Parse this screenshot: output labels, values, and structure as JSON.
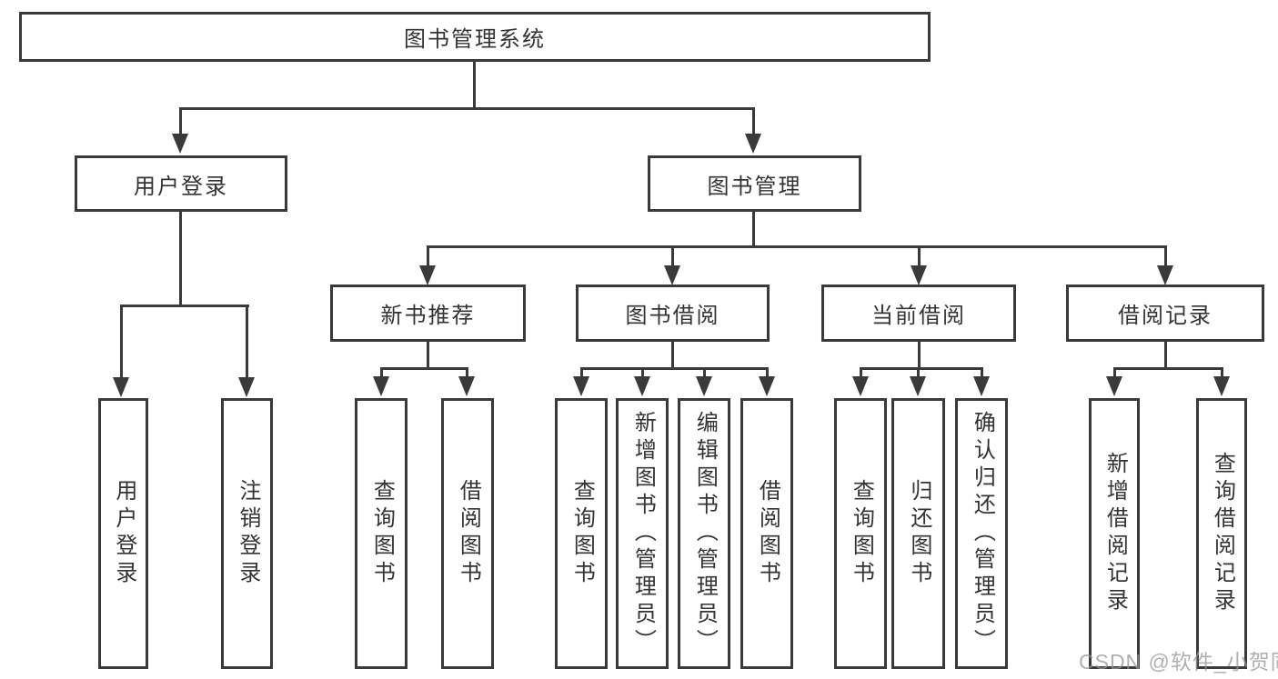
{
  "diagram": {
    "root": {
      "label": "图书管理系统"
    },
    "level2": [
      {
        "label": "用户登录"
      },
      {
        "label": "图书管理"
      }
    ],
    "level3": [
      {
        "label": "新书推荐"
      },
      {
        "label": "图书借阅"
      },
      {
        "label": "当前借阅"
      },
      {
        "label": "借阅记录"
      }
    ],
    "leaves": {
      "login": [
        "用户登录",
        "注销登录"
      ],
      "recommend": [
        "查询图书",
        "借阅图书"
      ],
      "borrow": [
        "查询图书",
        "新增图书（管理员）",
        "编辑图书（管理员）",
        "借阅图书"
      ],
      "current": [
        "查询图书",
        "归还图书",
        "确认归还（管理员）"
      ],
      "record": [
        "新增借阅记录",
        "查询借阅记录"
      ]
    }
  },
  "watermark": "CSDN @软件_小贺同学",
  "colors": {
    "line": "#3a3a3a",
    "text": "#333333",
    "background": "#ffffff",
    "watermark": "#969696"
  }
}
